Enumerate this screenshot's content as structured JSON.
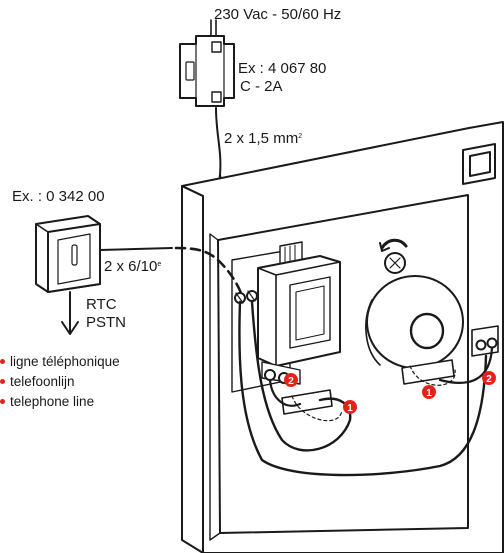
{
  "supply": {
    "voltage": "230 Vac - 50/60 Hz"
  },
  "breaker": {
    "ref": "Ex : 4 067 80",
    "rating": "C -  2A"
  },
  "power_cable": {
    "label": "2 x 1,5 mm",
    "exponent": "2"
  },
  "phone_socket": {
    "ref": "Ex. : 0 342 00"
  },
  "phone_cable": {
    "label": "2 x 6/10",
    "exponent": "e"
  },
  "network": {
    "line1": "RTC",
    "line2": "PSTN"
  },
  "legend": {
    "bullet_color": "#e2231a",
    "items": [
      "ligne téléphonique",
      "telefoonlijn",
      "telephone line"
    ]
  },
  "markers": {
    "color": "#e2231a",
    "label_1": "1",
    "label_2": "2"
  }
}
